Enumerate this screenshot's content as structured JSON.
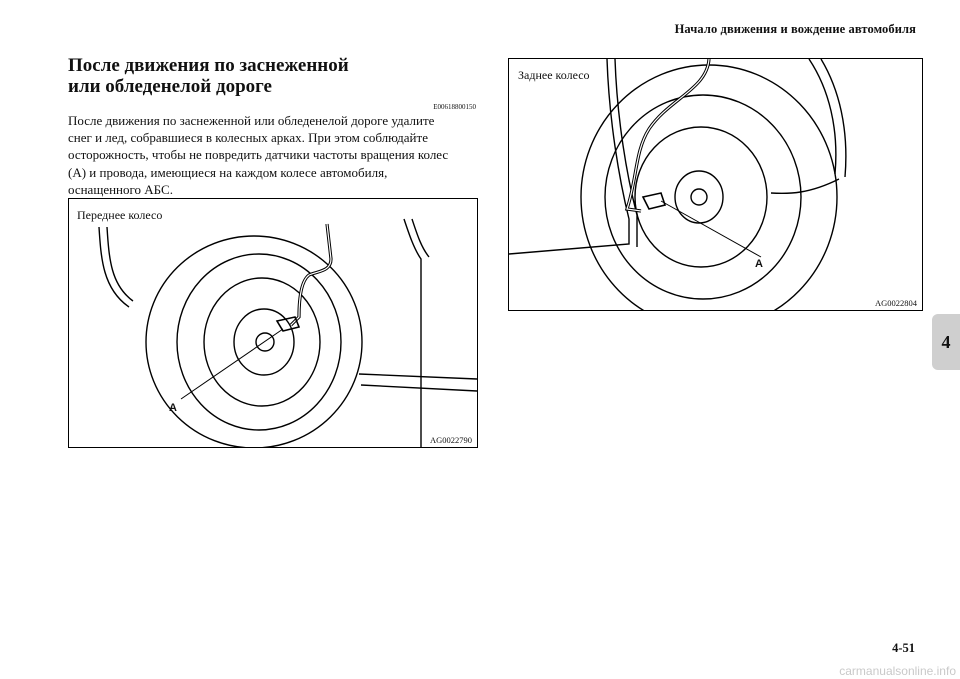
{
  "header": {
    "chapter_title": "Начало движения и вождение автомобиля"
  },
  "section": {
    "title_line1": "После движения по заснеженной",
    "title_line2": "или обледенелой дороге",
    "code": "E00618800150",
    "body_lines": [
      "После движения по заснеженной или обледенелой дороге удалите",
      "снег и лед, собравшиеся в колесных арках. При этом соблюдайте",
      "осторожность, чтобы не повредить датчики частоты вращения колес",
      "(A) и провода, имеющиеся на каждом колесе автомобиля,",
      "оснащенного АБС."
    ]
  },
  "figures": {
    "front": {
      "caption": "Переднее колесо",
      "callout": "A",
      "code": "AG0022790"
    },
    "rear": {
      "caption": "Заднее колесо",
      "callout": "A",
      "code": "AG0022804"
    }
  },
  "chapter_tab": "4",
  "page_number": "4-51",
  "watermark": "carmanualsonline.info"
}
